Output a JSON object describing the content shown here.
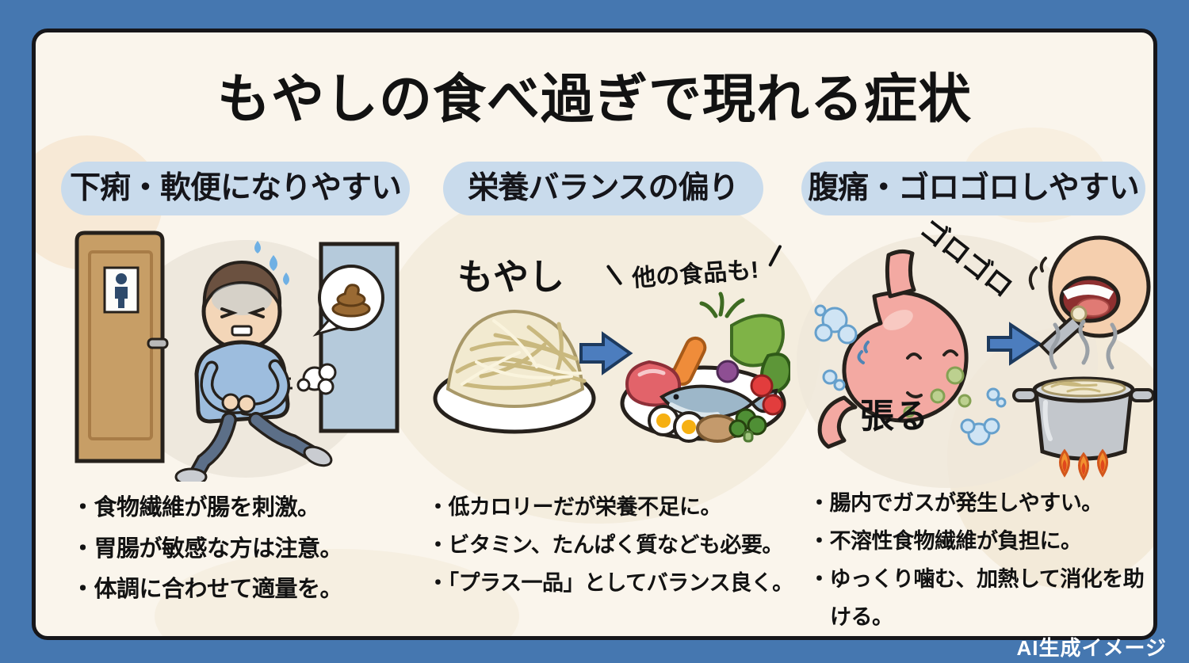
{
  "meta": {
    "canvas_background": "#4577b0",
    "card_background": "#faf5ec",
    "pill_background": "#c9dbec",
    "arrow_color": "#4c7dbe",
    "text_color": "#121212"
  },
  "title": "もやしの食べ過ぎで現れる症状",
  "footer_credit": "AI生成イメージ",
  "columns": [
    {
      "header": "下痢・軟便になりやすい",
      "illustration": "person-running-to-toilet",
      "bullets": [
        "・食物繊維が腸を刺激。",
        "・胃腸が敏感な方は注意。",
        "・体調に合わせて適量を。"
      ]
    },
    {
      "header": "栄養バランスの偏り",
      "labels": {
        "moyashi": "もやし",
        "other_foods": "他の食品も!"
      },
      "illustration": "moyashi-plate-arrow-balanced-plate",
      "bullets": [
        "・低カロリーだが栄養不足に。",
        "・ビタミン、たんぱく質なども必要。",
        "・「プラス一品」としてバランス良く。"
      ]
    },
    {
      "header": "腹痛・ゴロゴロしやすい",
      "labels": {
        "rumble": "ゴロゴロ",
        "bloat": "張る"
      },
      "illustration": "bloated-stomach-arrow-chew-and-heat",
      "bullets": [
        "・腸内でガスが発生しやすい。",
        "・不溶性食物繊維が負担に。",
        "・ゆっくり噛む、加熱して消化を助ける。"
      ]
    }
  ]
}
